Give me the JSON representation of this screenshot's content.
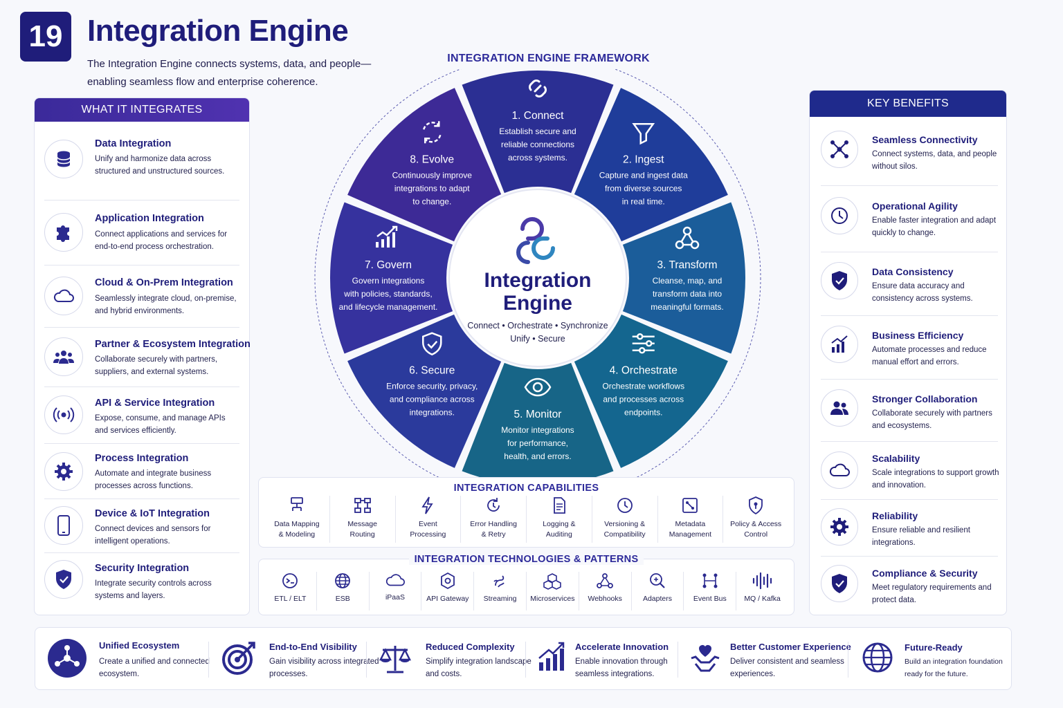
{
  "header": {
    "badge": "19",
    "title": "Integration Engine",
    "subtitle": "The Integration Engine connects systems, data, and people—enabling seamless flow and enterprise coherence."
  },
  "left_panel": {
    "title": "WHAT IT INTEGRATES",
    "items": [
      {
        "title": "Data Integration",
        "desc": "Unify and harmonize data across structured and unstructured sources.",
        "icon": "database-icon"
      },
      {
        "title": "Application Integration",
        "desc": "Connect applications and services for end-to-end process orchestration.",
        "icon": "puzzle-icon"
      },
      {
        "title": "Cloud & On-Prem Integration",
        "desc": "Seamlessly integrate cloud, on-premise, and hybrid environments.",
        "icon": "cloud-icon"
      },
      {
        "title": "Partner & Ecosystem Integration",
        "desc": "Collaborate securely with partners, suppliers, and external systems.",
        "icon": "people-icon"
      },
      {
        "title": "API & Service Integration",
        "desc": "Expose, consume, and manage APIs and services efficiently.",
        "icon": "broadcast-icon"
      },
      {
        "title": "Process Integration",
        "desc": "Automate and integrate business processes across functions.",
        "icon": "gear-icon"
      },
      {
        "title": "Device & IoT Integration",
        "desc": "Connect devices and sensors for intelligent operations.",
        "icon": "phone-icon"
      },
      {
        "title": "Security Integration",
        "desc": "Integrate security controls across systems and layers.",
        "icon": "shield-icon"
      }
    ]
  },
  "framework": {
    "title": "INTEGRATION ENGINE FRAMEWORK",
    "center_title_1": "Integration",
    "center_title_2": "Engine",
    "center_sub_1": "Connect • Orchestrate • Synchronize",
    "center_sub_2": "Unify • Secure",
    "segments": [
      {
        "title": "1. Connect",
        "lines": [
          "Establish secure and",
          "reliable connections",
          "across systems."
        ],
        "color": "#2b2f93",
        "icon": "link-icon"
      },
      {
        "title": "2. Ingest",
        "lines": [
          "Capture and ingest data",
          "from diverse sources",
          "in real time."
        ],
        "color": "#1f3d9a",
        "icon": "funnel-icon"
      },
      {
        "title": "3. Transform",
        "lines": [
          "Cleanse, map, and",
          "transform data into",
          "meaningful formats."
        ],
        "color": "#1b5d9a",
        "icon": "nodes-icon"
      },
      {
        "title": "4. Orchestrate",
        "lines": [
          "Orchestrate workflows",
          "and processes across",
          "endpoints."
        ],
        "color": "#14668f",
        "icon": "sliders-icon"
      },
      {
        "title": "5. Monitor",
        "lines": [
          "Monitor integrations",
          "for performance,",
          "health, and errors."
        ],
        "color": "#176587",
        "icon": "eye-icon"
      },
      {
        "title": "6. Secure",
        "lines": [
          "Enforce security, privacy,",
          "and compliance across",
          "integrations."
        ],
        "color": "#2b3a9c",
        "icon": "shield-check-icon"
      },
      {
        "title": "7. Govern",
        "lines": [
          "Govern integrations",
          "with policies, standards,",
          "and lifecycle management."
        ],
        "color": "#36329e",
        "icon": "bar-chart-icon"
      },
      {
        "title": "8. Evolve",
        "lines": [
          "Continuously improve",
          "integrations to adapt",
          "to change."
        ],
        "color": "#3d2a96",
        "icon": "refresh-icon"
      }
    ]
  },
  "capabilities": {
    "title": "INTEGRATION CAPABILITIES",
    "items": [
      {
        "label_1": "Data Mapping",
        "label_2": "& Modeling",
        "icon": "mapping-icon"
      },
      {
        "label_1": "Message",
        "label_2": "Routing",
        "icon": "routing-icon"
      },
      {
        "label_1": "Event",
        "label_2": "Processing",
        "icon": "lightning-icon"
      },
      {
        "label_1": "Error Handling",
        "label_2": "& Retry",
        "icon": "retry-icon"
      },
      {
        "label_1": "Logging &",
        "label_2": "Auditing",
        "icon": "document-icon"
      },
      {
        "label_1": "Versioning &",
        "label_2": "Compatibility",
        "icon": "clock-icon"
      },
      {
        "label_1": "Metadata",
        "label_2": "Management",
        "icon": "metadata-icon"
      },
      {
        "label_1": "Policy & Access",
        "label_2": "Control",
        "icon": "lock-shield-icon"
      }
    ]
  },
  "technologies": {
    "title": "INTEGRATION TECHNOLOGIES & PATTERNS",
    "items": [
      {
        "label": "ETL / ELT",
        "icon": "etl-icon"
      },
      {
        "label": "ESB",
        "icon": "globe-icon"
      },
      {
        "label": "iPaaS",
        "icon": "cloud-icon"
      },
      {
        "label": "API Gateway",
        "icon": "gateway-icon"
      },
      {
        "label": "Streaming",
        "icon": "stream-icon"
      },
      {
        "label": "Microservices",
        "icon": "cubes-icon"
      },
      {
        "label": "Webhooks",
        "icon": "webhook-icon"
      },
      {
        "label": "Adapters",
        "icon": "adapter-icon"
      },
      {
        "label": "Event Bus",
        "icon": "bus-icon"
      },
      {
        "label": "MQ / Kafka",
        "icon": "wave-icon"
      }
    ]
  },
  "right_panel": {
    "title": "KEY BENEFITS",
    "items": [
      {
        "title": "Seamless Connectivity",
        "desc": "Connect systems, data, and people without silos.",
        "icon": "network-icon"
      },
      {
        "title": "Operational Agility",
        "desc": "Enable faster integration and adapt quickly to change.",
        "icon": "clock-icon"
      },
      {
        "title": "Data Consistency",
        "desc": "Ensure data accuracy and consistency across systems.",
        "icon": "shield-check-icon"
      },
      {
        "title": "Business Efficiency",
        "desc": "Automate processes and reduce manual effort and errors.",
        "icon": "bar-chart-icon"
      },
      {
        "title": "Stronger Collaboration",
        "desc": "Collaborate securely with partners and ecosystems.",
        "icon": "people-icon"
      },
      {
        "title": "Scalability",
        "desc": "Scale integrations to support growth and innovation.",
        "icon": "cloud-icon"
      },
      {
        "title": "Reliability",
        "desc": "Ensure reliable and resilient integrations.",
        "icon": "gear-icon"
      },
      {
        "title": "Compliance & Security",
        "desc": "Meet regulatory requirements and protect data.",
        "icon": "shield-check-icon"
      }
    ]
  },
  "bottom": {
    "items": [
      {
        "title": "Unified Ecosystem",
        "desc": "Create a unified and connected ecosystem.",
        "icon": "hub-icon"
      },
      {
        "title": "End-to-End Visibility",
        "desc": "Gain visibility across integrated processes.",
        "icon": "target-icon"
      },
      {
        "title": "Reduced Complexity",
        "desc": "Simplify integration landscape and costs.",
        "icon": "scale-icon"
      },
      {
        "title": "Accelerate Innovation",
        "desc": "Enable innovation through seamless integrations.",
        "icon": "growth-icon"
      },
      {
        "title": "Better Customer Experience",
        "desc": "Deliver consistent and seamless experiences.",
        "icon": "heart-hands-icon"
      },
      {
        "title": "Future-Ready",
        "desc": "Build an integration foundation ready for the future.",
        "icon": "globe-icon"
      }
    ]
  }
}
